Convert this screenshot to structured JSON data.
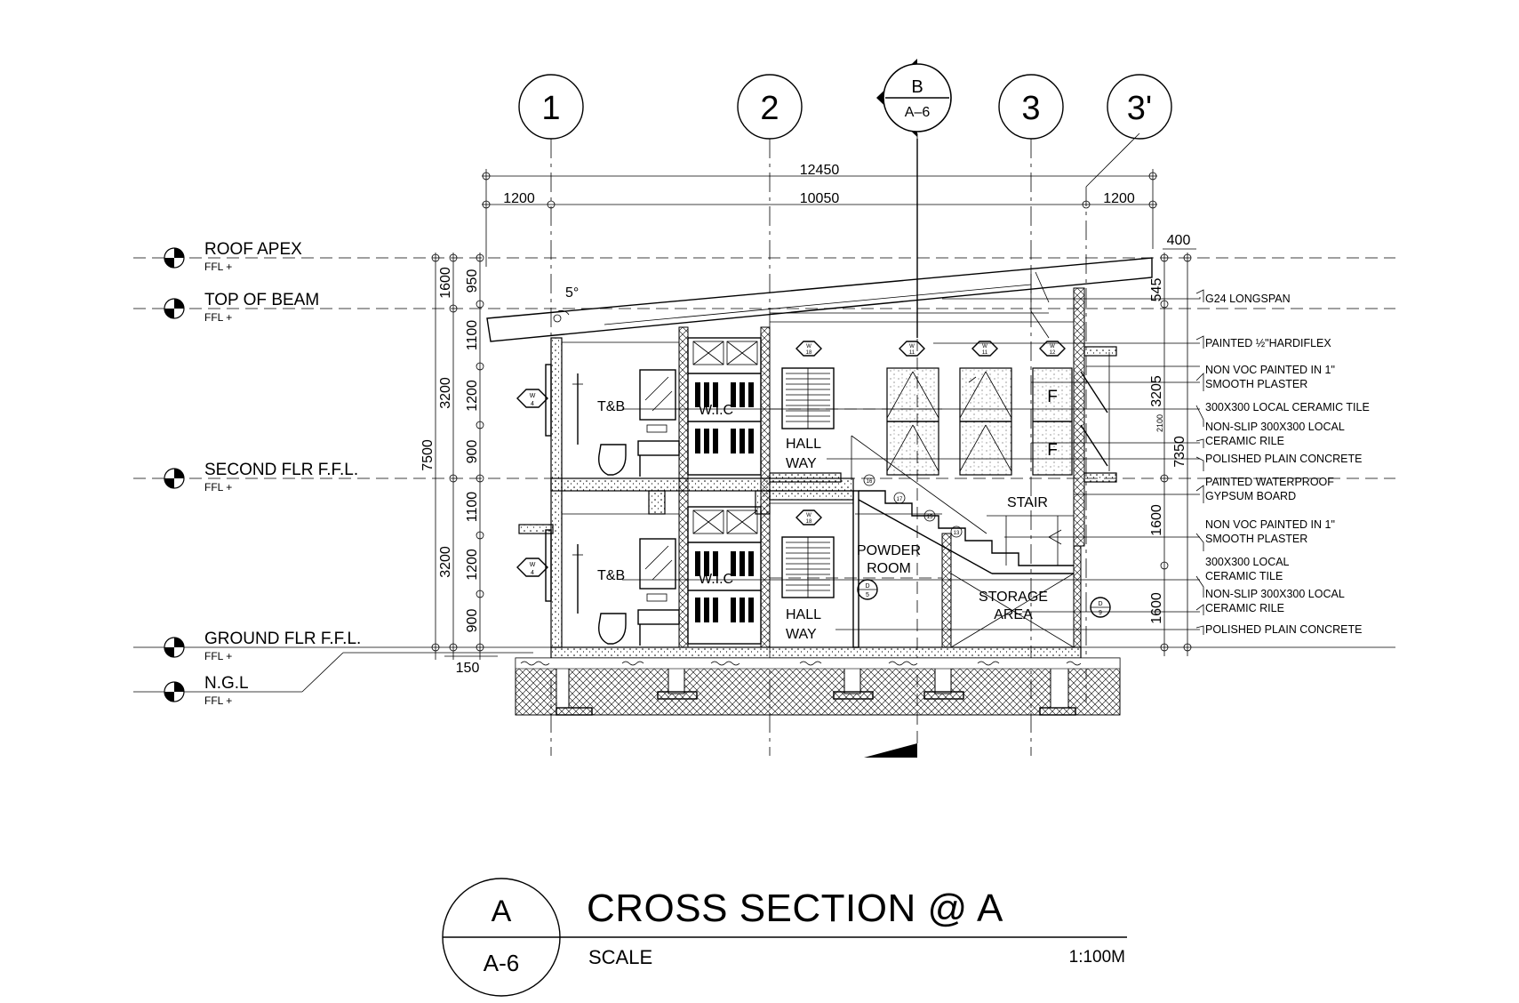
{
  "grids": [
    {
      "label": "1"
    },
    {
      "label": "2"
    },
    {
      "label": "3"
    },
    {
      "label": "3'"
    }
  ],
  "section_marker": {
    "top": "B",
    "bottom": "A–6"
  },
  "dimensions": {
    "overall": "12450",
    "left_overhang": "1200",
    "span": "10050",
    "right_overhang": "1200",
    "roof_offset": "400",
    "bottom": "150",
    "slope": "5°",
    "left_vertical": [
      "1600",
      "3200",
      "3200"
    ],
    "left_total": "7500",
    "left_detail": [
      "950",
      "1100",
      "1200",
      "900",
      "1100",
      "1200",
      "900"
    ],
    "right_vertical": [
      "545",
      "3205",
      "1600",
      "1600"
    ],
    "right_total": "7350",
    "right_small": "2100"
  },
  "levels": [
    {
      "name": "ROOF APEX",
      "sub": "FFL +"
    },
    {
      "name": "TOP OF BEAM",
      "sub": "FFL +"
    },
    {
      "name": "SECOND FLR F.F.L.",
      "sub": "FFL +"
    },
    {
      "name": "GROUND FLR F.F.L.",
      "sub": "FFL +"
    },
    {
      "name": "N.G.L",
      "sub": "FFL +"
    }
  ],
  "rooms": {
    "tb_upper": "T&B",
    "tb_lower": "T&B",
    "wic_upper": "W.I.C",
    "wic_lower": "W.I.C",
    "hallway_upper": [
      "HALL",
      "WAY"
    ],
    "hallway_lower": [
      "HALL",
      "WAY"
    ],
    "powder": [
      "POWDER",
      "ROOM"
    ],
    "storage": [
      "STORAGE",
      "AREA"
    ],
    "stair": "STAIR",
    "fixed_upper": "F",
    "fixed_lower": "F"
  },
  "tags": {
    "w4_upper": [
      "W",
      "4"
    ],
    "w4_lower": [
      "W",
      "4"
    ],
    "w18_upper": [
      "W",
      "18"
    ],
    "w18_lower": [
      "W",
      "18"
    ],
    "w11_a": [
      "W",
      "11"
    ],
    "w11_b": [
      "W",
      "11"
    ],
    "w12": [
      "W",
      "12"
    ],
    "d5": [
      "D",
      "5"
    ],
    "d9": [
      "D",
      "9"
    ],
    "steps": [
      "16",
      "17",
      "15",
      "13"
    ]
  },
  "notes": [
    {
      "lines": [
        "G24 LONGSPAN"
      ]
    },
    {
      "lines": [
        "PAINTED ½\"HARDIFLEX"
      ]
    },
    {
      "lines": [
        "NON VOC PAINTED IN 1\"",
        "SMOOTH PLASTER"
      ]
    },
    {
      "lines": [
        "300X300 LOCAL CERAMIC TILE"
      ]
    },
    {
      "lines": [
        "NON-SLIP 300X300 LOCAL",
        "CERAMIC RILE"
      ]
    },
    {
      "lines": [
        "POLISHED PLAIN CONCRETE"
      ]
    },
    {
      "lines": [
        "PAINTED WATERPROOF",
        "GYPSUM BOARD"
      ]
    },
    {
      "lines": [
        "NON VOC PAINTED IN 1\"",
        "SMOOTH PLASTER"
      ]
    },
    {
      "lines": [
        "300X300 LOCAL",
        "CERAMIC TILE"
      ]
    },
    {
      "lines": [
        "NON-SLIP 300X300 LOCAL",
        "CERAMIC RILE"
      ]
    },
    {
      "lines": [
        "POLISHED PLAIN CONCRETE"
      ]
    }
  ],
  "title_block": {
    "id": "A",
    "sheet": "A-6",
    "title": "CROSS SECTION @ A",
    "scale_label": "SCALE",
    "scale_value": "1:100M"
  }
}
